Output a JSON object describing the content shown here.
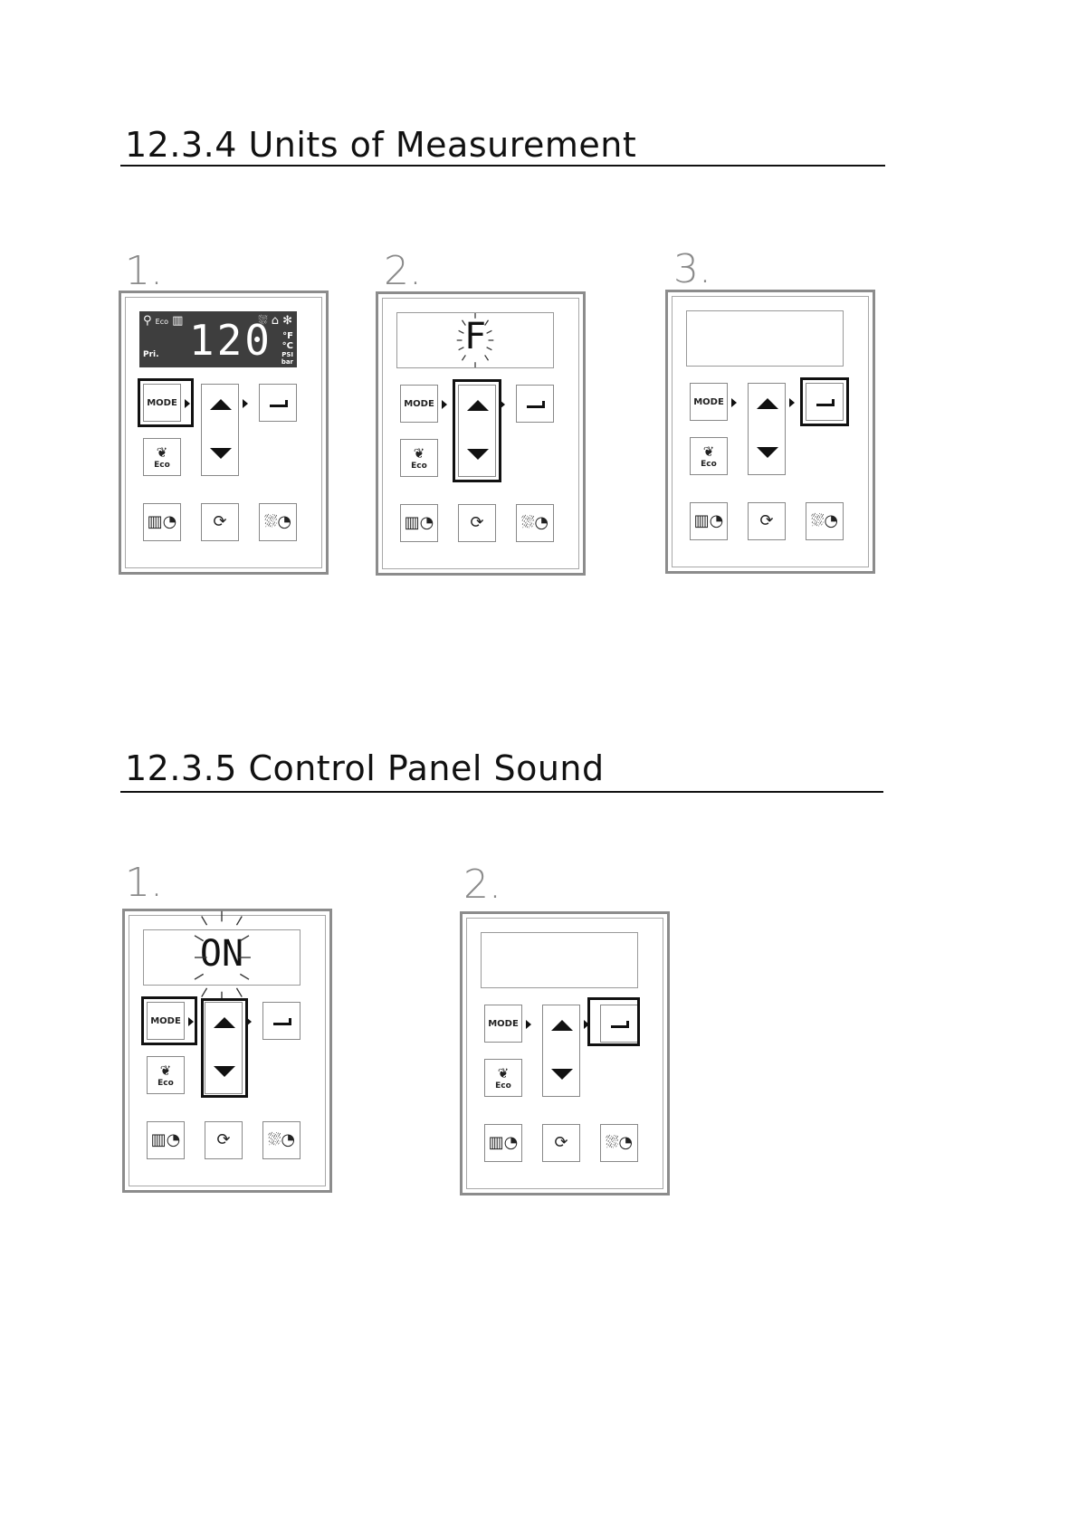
{
  "sections": [
    {
      "title": "12.3.4 Units of Measurement",
      "steps": [
        {
          "number": "1.",
          "display": {
            "main": "120",
            "units": [
              "°F",
              "°C",
              "PSI",
              "bar"
            ],
            "pri": "Pri.",
            "eco": "Eco"
          },
          "highlight": "mode-button"
        },
        {
          "number": "2.",
          "display": {
            "text": "F",
            "flashing": true
          },
          "highlight": "arrow-buttons"
        },
        {
          "number": "3.",
          "display": {
            "text": ""
          },
          "highlight": "enter-button"
        }
      ]
    },
    {
      "title": "12.3.5 Control Panel Sound",
      "steps": [
        {
          "number": "1.",
          "display": {
            "text": "ON",
            "flashing": true
          },
          "highlight": "mode-and-arrow-buttons"
        },
        {
          "number": "2.",
          "display": {
            "text": ""
          },
          "highlight": "enter-button"
        }
      ]
    }
  ],
  "buttons": {
    "mode_label": "MODE",
    "eco_label": "Eco"
  },
  "icons": {
    "up": "arrow-up-icon",
    "down": "arrow-down-icon",
    "enter": "enter-icon",
    "eco": "leaf-icon",
    "heating": "radiator-timer-icon",
    "both": "radiator-tap-cycle-icon",
    "dhw": "tap-timer-icon"
  }
}
